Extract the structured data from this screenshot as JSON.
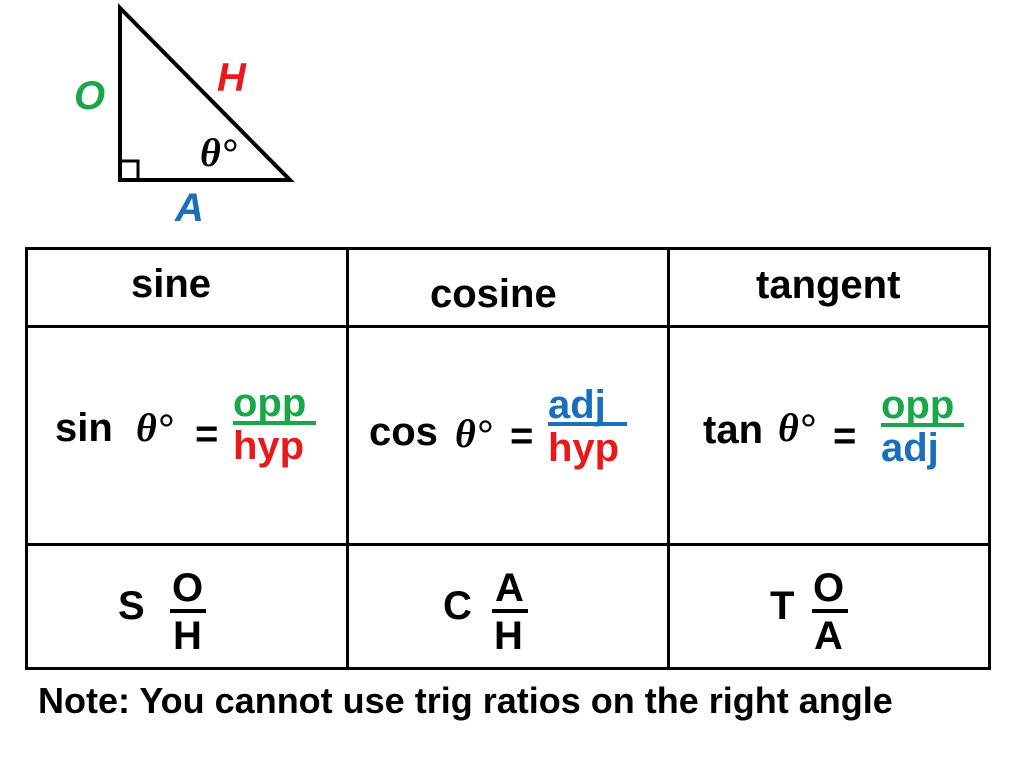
{
  "triangle": {
    "opposite_label": "O",
    "hypotenuse_label": "H",
    "adjacent_label": "A",
    "angle_label": "θ°",
    "colors": {
      "opposite": "#1aa64a",
      "hypotenuse": "#e8191b",
      "adjacent": "#1a6fbd"
    }
  },
  "table": {
    "headers": [
      "sine",
      "cosine",
      "tangent"
    ],
    "definitions": [
      {
        "fn": "sin",
        "theta": "θ°",
        "eq": "=",
        "numerator": "opp",
        "denominator": "hyp",
        "numerator_color": "#1aa64a",
        "denominator_color": "#e8191b",
        "bar_color": "#1aa64a"
      },
      {
        "fn": "cos",
        "theta": "θ°",
        "eq": "=",
        "numerator": "adj",
        "denominator": "hyp",
        "numerator_color": "#1a6fbd",
        "denominator_color": "#e8191b",
        "bar_color": "#1a6fbd"
      },
      {
        "fn": "tan",
        "theta": "θ°",
        "eq": "=",
        "numerator": "opp",
        "denominator": "adj",
        "numerator_color": "#1aa64a",
        "denominator_color": "#1a6fbd",
        "bar_color": "#1aa64a"
      }
    ],
    "mnemonics": [
      {
        "letter": "S",
        "numerator": "O",
        "denominator": "H"
      },
      {
        "letter": "C",
        "numerator": "A",
        "denominator": "H"
      },
      {
        "letter": "T",
        "numerator": "O",
        "denominator": "A"
      }
    ]
  },
  "note": "Note: You cannot use trig ratios on the right angle"
}
